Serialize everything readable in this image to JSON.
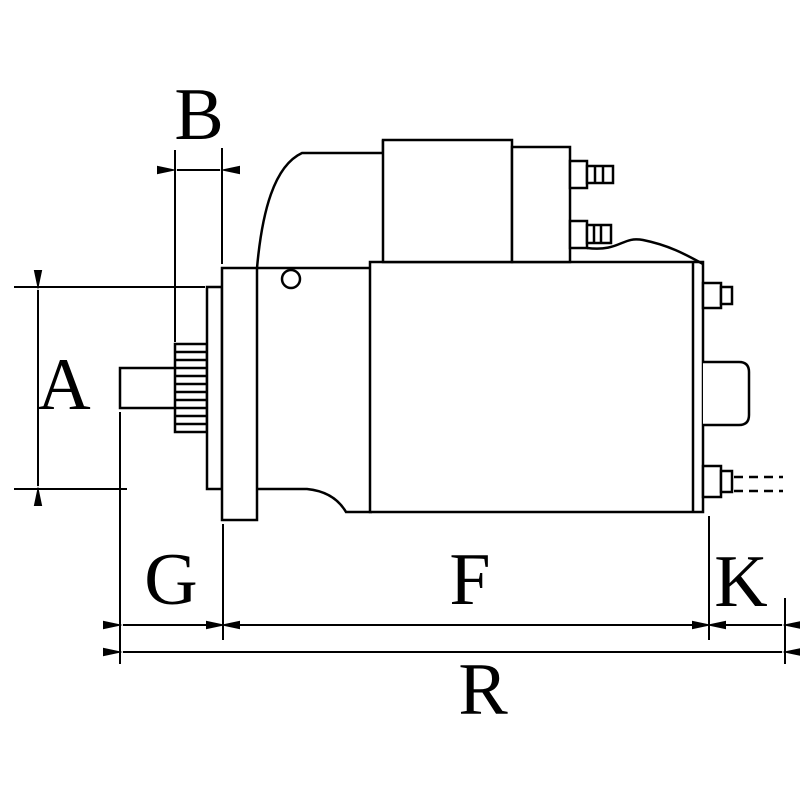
{
  "labels": {
    "A": "A",
    "B": "B",
    "G": "G",
    "F": "F",
    "K": "K",
    "R": "R"
  },
  "colors": {
    "line": "#000000",
    "background": "#ffffff"
  }
}
